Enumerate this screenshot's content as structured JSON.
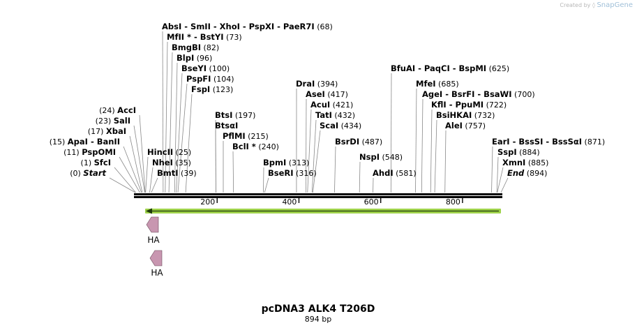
{
  "watermark": {
    "prefix": "Created by",
    "brand": "SnapGene"
  },
  "map": {
    "title": "pcDNA3 ALK4 T206D",
    "length_label": "894 bp",
    "length_bp": 894,
    "ruler_ticks": [
      {
        "bp": 200,
        "label": "200"
      },
      {
        "bp": 400,
        "label": "400"
      },
      {
        "bp": 600,
        "label": "600"
      },
      {
        "bp": 800,
        "label": "800"
      }
    ],
    "sites": [
      {
        "name": "AbsI  - SmII  - XhoI  - PspXI  - PaeR7I",
        "pos": "(68)",
        "bp": 68
      },
      {
        "name": "MfII * - BstYI",
        "pos": "(73)",
        "bp": 73
      },
      {
        "name": "BmgBI",
        "pos": "(82)",
        "bp": 82
      },
      {
        "name": "BlpI",
        "pos": "(96)",
        "bp": 96
      },
      {
        "name": "BseYI",
        "pos": "(100)",
        "bp": 100
      },
      {
        "name": "PspFI",
        "pos": "(104)",
        "bp": 104
      },
      {
        "name": "FspI",
        "pos": "(123)",
        "bp": 123
      },
      {
        "name": "AccI",
        "pos": "(24)",
        "bp": 24
      },
      {
        "name": "SalI",
        "pos": "(23)",
        "bp": 23
      },
      {
        "name": "XbaI",
        "pos": "(17)",
        "bp": 17
      },
      {
        "name": "ApaI  - BanII",
        "pos": "(15)",
        "bp": 15
      },
      {
        "name": "PspOMI",
        "pos": "(11)",
        "bp": 11
      },
      {
        "name": "SfcI",
        "pos": "(1)",
        "bp": 1
      },
      {
        "name": "Start",
        "pos": "(0)",
        "bp": 0,
        "italic": true
      },
      {
        "name": "HincII",
        "pos": "(25)",
        "bp": 25
      },
      {
        "name": "NheI",
        "pos": "(35)",
        "bp": 35
      },
      {
        "name": "BmtI",
        "pos": "(39)",
        "bp": 39
      },
      {
        "name": "BtsI",
        "pos": "(197)",
        "bp": 197
      },
      {
        "name": "BtsαI",
        "pos": "",
        "bp": 197
      },
      {
        "name": "PflMI",
        "pos": "(215)",
        "bp": 215
      },
      {
        "name": "BclI *",
        "pos": "(240)",
        "bp": 240
      },
      {
        "name": "BpmI",
        "pos": "(313)",
        "bp": 313
      },
      {
        "name": "BseRI",
        "pos": "(316)",
        "bp": 316
      },
      {
        "name": "DraI",
        "pos": "(394)",
        "bp": 394
      },
      {
        "name": "AseI",
        "pos": "(417)",
        "bp": 417
      },
      {
        "name": "AcuI",
        "pos": "(421)",
        "bp": 421
      },
      {
        "name": "TatI",
        "pos": "(432)",
        "bp": 432
      },
      {
        "name": "ScaI",
        "pos": "(434)",
        "bp": 434
      },
      {
        "name": "BsrDI",
        "pos": "(487)",
        "bp": 487
      },
      {
        "name": "NspI",
        "pos": "(548)",
        "bp": 548
      },
      {
        "name": "AhdI",
        "pos": "(581)",
        "bp": 581
      },
      {
        "name": "BfuAI  - PaqCI  - BspMI",
        "pos": "(625)",
        "bp": 625
      },
      {
        "name": "MfeI",
        "pos": "(685)",
        "bp": 685
      },
      {
        "name": "AgeI  - BsrFI  - BsaWI",
        "pos": "(700)",
        "bp": 700
      },
      {
        "name": "KflI  - PpuMI",
        "pos": "(722)",
        "bp": 722
      },
      {
        "name": "BsiHKAI",
        "pos": "(732)",
        "bp": 732
      },
      {
        "name": "AleI",
        "pos": "(757)",
        "bp": 757
      },
      {
        "name": "EarI  - BssSI  - BssSαI",
        "pos": "(871)",
        "bp": 871
      },
      {
        "name": "SspI",
        "pos": "(884)",
        "bp": 884
      },
      {
        "name": "XmnI",
        "pos": "(885)",
        "bp": 885
      },
      {
        "name": "End",
        "pos": "(894)",
        "bp": 894,
        "italic": true
      }
    ],
    "features": [
      {
        "name": "HA",
        "color": "#c896b0",
        "direction": "reverse"
      },
      {
        "name": "HA",
        "color": "#c896b0",
        "direction": "reverse"
      }
    ],
    "orf_color": "#9ed24a",
    "backbone_color": "#000000"
  }
}
